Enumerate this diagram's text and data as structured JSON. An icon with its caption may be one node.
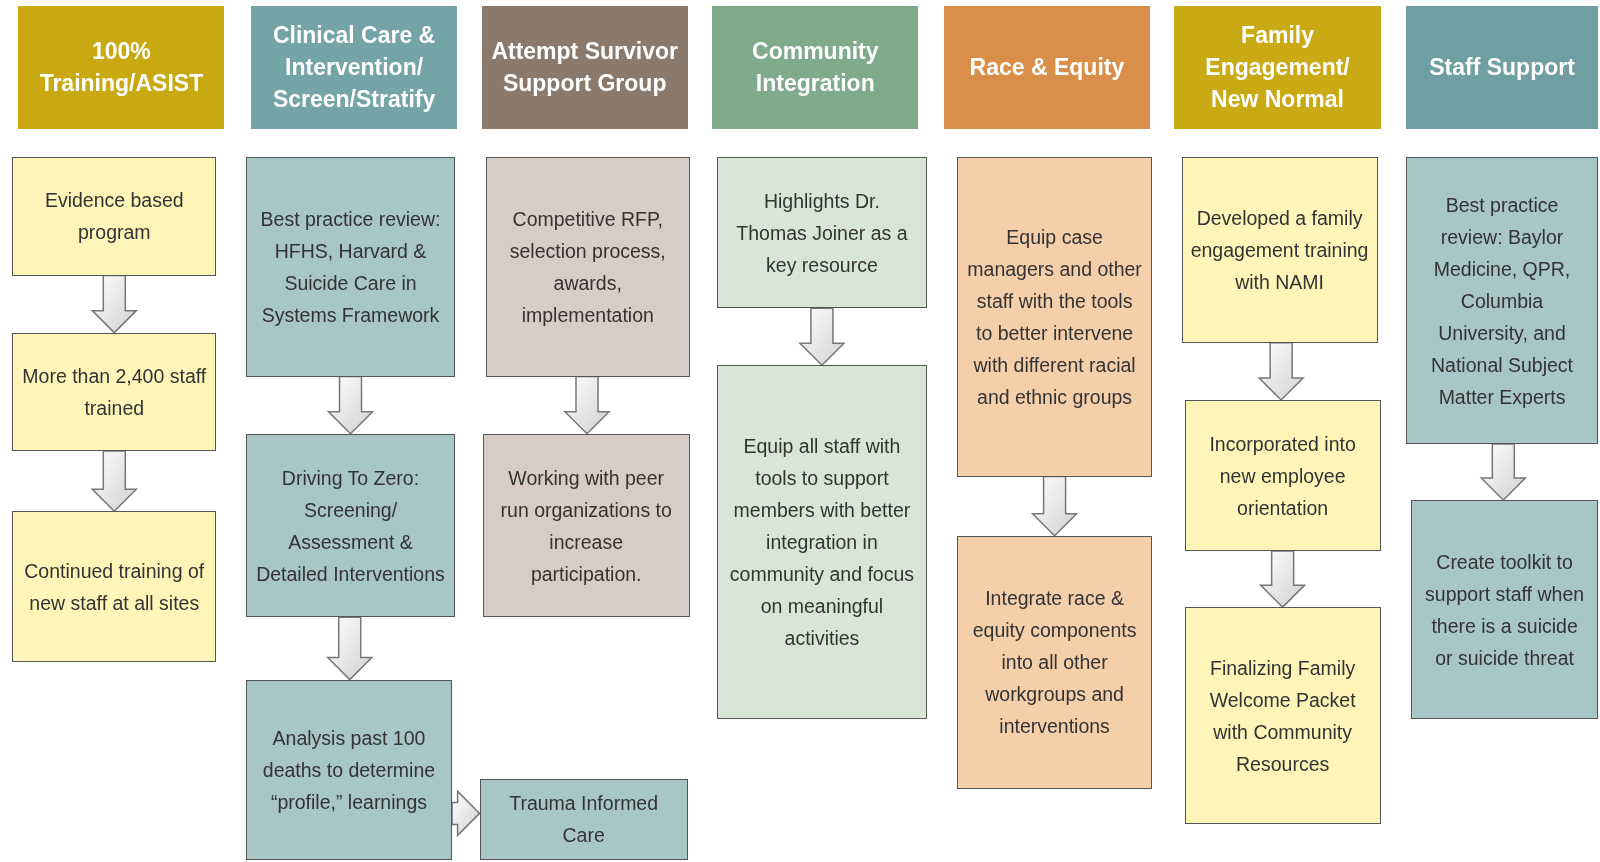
{
  "diagram": {
    "nodes": [
      {
        "text": [
          "100% Training/ASIST"
        ]
      },
      {
        "text": [
          "Clinical Care & Intervention/ Screen/Stratify"
        ]
      },
      {
        "text": [
          "Attempt Survivor Support Group"
        ]
      },
      {
        "text": [
          "Community Integration"
        ]
      },
      {
        "text": [
          "Race & Equity"
        ]
      },
      {
        "text": [
          "Family Engagement/ New Normal"
        ]
      },
      {
        "text": [
          "Staff Support"
        ]
      },
      {
        "text": [
          "Evidence based program"
        ]
      },
      {
        "text": [
          "More than 2,400 staff trained"
        ]
      },
      {
        "text": [
          "Continued training of new staff at all sites"
        ]
      },
      {
        "text": [
          "Best practice review: HFHS, Harvard & Suicide Care in Systems Framework"
        ]
      },
      {
        "text": [
          "Driving To Zero: Screening/ Assessment & Detailed Interventions"
        ]
      },
      {
        "text": [
          "Analysis past 100 deaths to determine “profile,” learnings"
        ]
      },
      {
        "text": [
          "Trauma Informed Care"
        ]
      },
      {
        "text": [
          "Competitive RFP, selection process, awards, implementation"
        ]
      },
      {
        "text": [
          "Working with peer run organizations to increase participation."
        ]
      },
      {
        "text": [
          "Highlights Dr. Thomas Joiner as a key resource"
        ]
      },
      {
        "text": [
          "Equip all staff with tools to support members with better integration in community and focus on meaningful activities"
        ]
      },
      {
        "text": [
          "Equip case managers and other staff with the tools to better intervene with different racial and ethnic groups"
        ]
      },
      {
        "text": [
          "Integrate race & equity components into all other workgroups and interventions"
        ]
      },
      {
        "text": [
          "Developed a family engagement training with NAMI"
        ]
      },
      {
        "text": [
          "Incorporated into new employee orientation"
        ]
      },
      {
        "text": [
          "Finalizing Family Welcome Packet with Community Resources"
        ]
      },
      {
        "text": [
          "Best practice review: Baylor Medicine, QPR, Columbia University, and National Subject Matter Experts"
        ]
      },
      {
        "text": [
          "Create toolkit to support staff when there is a suicide or suicide threat"
        ]
      }
    ],
    "edges": [
      {
        "from": 7,
        "to": 8,
        "arrow": "to"
      },
      {
        "from": 8,
        "to": 9,
        "arrow": "to"
      },
      {
        "from": 10,
        "to": 11,
        "arrow": "to"
      },
      {
        "from": 11,
        "to": 12,
        "arrow": "to"
      },
      {
        "from": 12,
        "to": 13,
        "arrow": "to"
      },
      {
        "from": 14,
        "to": 15,
        "arrow": "to"
      },
      {
        "from": 16,
        "to": 17,
        "arrow": "to"
      },
      {
        "from": 18,
        "to": 19,
        "arrow": "to"
      },
      {
        "from": 20,
        "to": 21,
        "arrow": "to"
      },
      {
        "from": 21,
        "to": 22,
        "arrow": "to"
      },
      {
        "from": 23,
        "to": 24,
        "arrow": "to"
      }
    ]
  }
}
